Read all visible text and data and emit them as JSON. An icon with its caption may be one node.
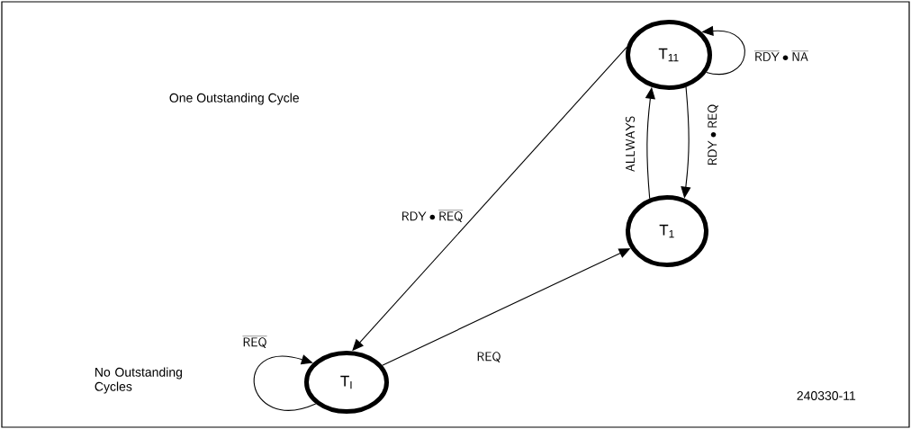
{
  "diagram": {
    "nodes": [
      {
        "text": [
          "T$_{11}$"
        ]
      },
      {
        "text": [
          "T$_{1}$"
        ]
      },
      {
        "text": [
          "T$_{I}$"
        ]
      }
    ],
    "edges": [
      {
        "from": 0,
        "to": 0,
        "arrow": "to",
        "label": "\\overline{\\mathsf{RDY}}\\bullet\\overline{\\mathsf{NA}}"
      },
      {
        "from": 0,
        "to": 1,
        "arrow": "to",
        "label": "\\mathsf{RDY}\\bullet\\mathsf{REQ}"
      },
      {
        "from": 1,
        "to": 0,
        "arrow": "to",
        "label": "\\mathsf{ALLWAYS}"
      },
      {
        "from": 0,
        "to": 2,
        "arrow": "to",
        "label": "\\mathsf{RDY}\\bullet\\overline{\\mathsf{REQ}}"
      },
      {
        "from": 2,
        "to": 1,
        "arrow": "to",
        "label": "\\mathsf{REQ}"
      },
      {
        "from": 2,
        "to": 2,
        "arrow": "to",
        "label": "\\overline{\\mathsf{REQ}}"
      }
    ],
    "labels": [
      "One Outstanding Cycle",
      "No Outstanding Cycles",
      "240330-11"
    ]
  }
}
